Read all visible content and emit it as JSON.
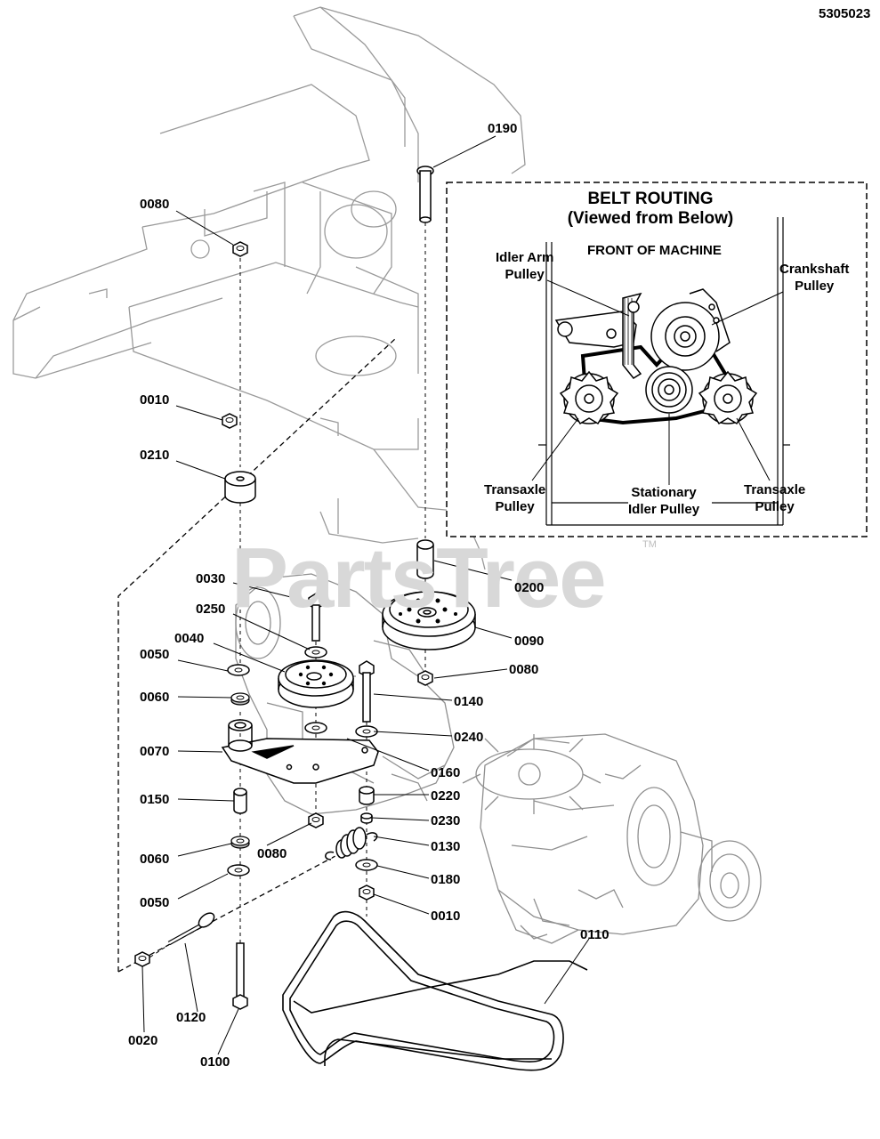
{
  "diagram_id": "5305023",
  "watermark": {
    "text": "PartsTree",
    "tm": "TM"
  },
  "inset": {
    "title_line1": "BELT ROUTING",
    "title_line2": "(Viewed from Below)",
    "front_label": "FRONT OF MACHINE",
    "idler_arm": "Idler Arm\nPulley",
    "crankshaft": "Crankshaft\nPulley",
    "transaxle_left": "Transaxle\nPulley",
    "stationary": "Stationary\nIdler Pulley",
    "transaxle_right": "Transaxle\nPulley"
  },
  "callouts": {
    "p0190": "0190",
    "p0080a": "0080",
    "p0010a": "0010",
    "p0210": "0210",
    "p0200": "0200",
    "p0030": "0030",
    "p0250": "0250",
    "p0090": "0090",
    "p0040": "0040",
    "p0050a": "0050",
    "p0080b": "0080",
    "p0060a": "0060",
    "p0140": "0140",
    "p0240": "0240",
    "p0070": "0070",
    "p0160": "0160",
    "p0220": "0220",
    "p0150": "0150",
    "p0230": "0230",
    "p0130": "0130",
    "p0060b": "0060",
    "p0080c": "0080",
    "p0180": "0180",
    "p0050b": "0050",
    "p0010b": "0010",
    "p0110": "0110",
    "p0120": "0120",
    "p0020": "0020",
    "p0100": "0100"
  }
}
